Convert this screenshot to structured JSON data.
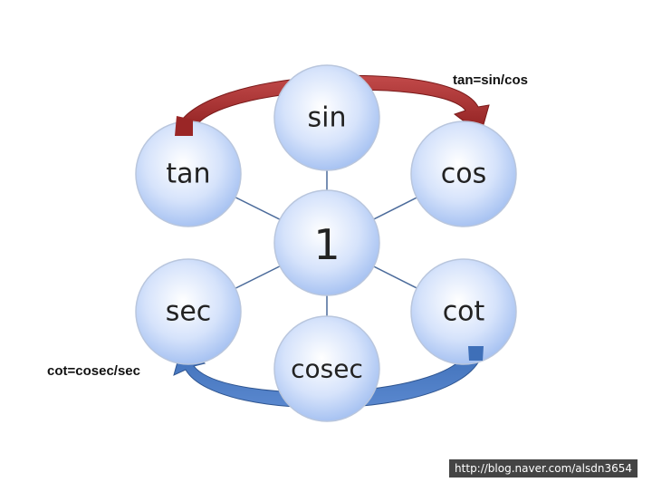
{
  "center": {
    "label": "1"
  },
  "nodes": {
    "sin": "sin",
    "cos": "cos",
    "cot": "cot",
    "cosec": "cosec",
    "sec": "sec",
    "tan": "tan"
  },
  "arrows": {
    "top": {
      "label": "tan=sin/cos",
      "color": "#a12a2a"
    },
    "bottom": {
      "label": "cot=cosec/sec",
      "color": "#3a64a8"
    }
  },
  "watermark": "http://blog.naver.com/alsdn3654",
  "colors": {
    "node_fill": "#c7d8f7",
    "node_stroke": "#b9c6dd",
    "connector": "#4a6a9a"
  }
}
